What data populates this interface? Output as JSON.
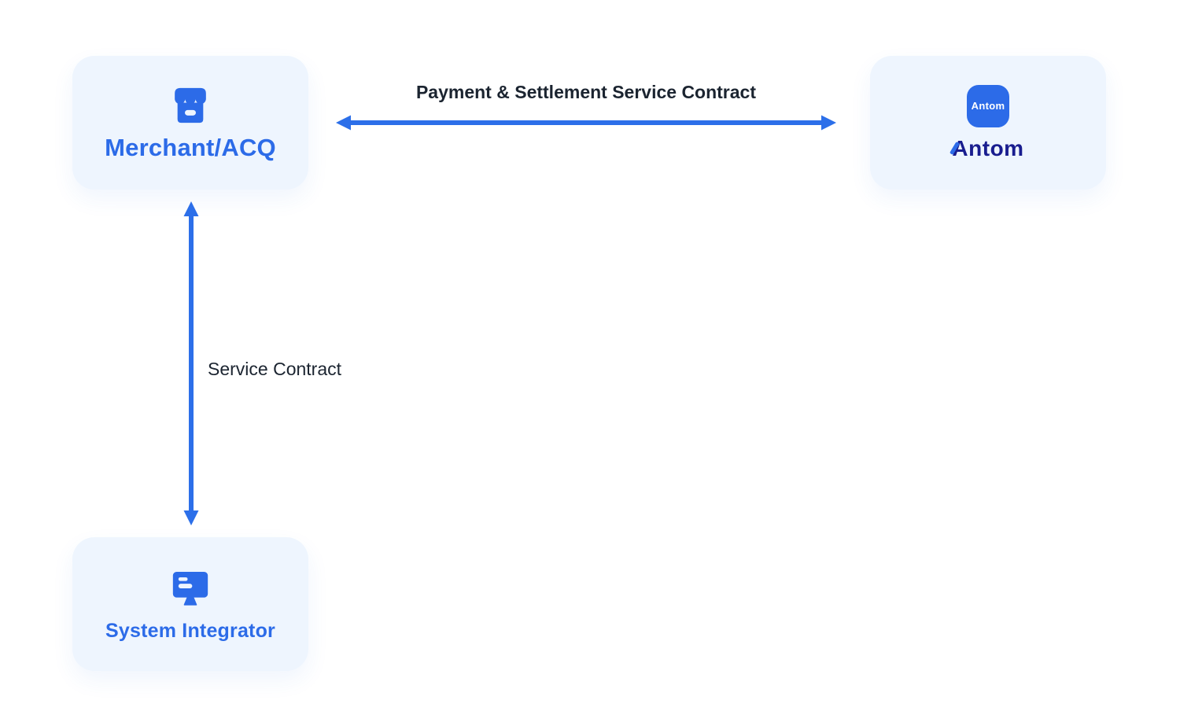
{
  "diagram": {
    "title": "Antom partner contract relationship diagram",
    "colors": {
      "accent_blue": "#2C6BE8",
      "arrow_blue": "#2C6FE9",
      "node_background": "#EEF5FE",
      "antom_navy": "#191D8F",
      "edge_label_dark": "#1B2430",
      "page_background": "#FFFFFF"
    },
    "nodes": {
      "merchant": {
        "label": "Merchant/ACQ",
        "icon": "storefront-icon"
      },
      "antom": {
        "tile_label": "Antom",
        "label": "Antom",
        "icon": "antom-app-icon"
      },
      "system_integrator": {
        "label": "System Integrator",
        "icon": "monitor-icon"
      }
    },
    "edges": {
      "merchant_antom": {
        "label": "Payment & Settlement Service Contract",
        "type": "double-headed-horizontal-arrow",
        "from": "merchant",
        "to": "antom"
      },
      "merchant_system_integrator": {
        "label": "Service Contract",
        "type": "double-headed-vertical-arrow",
        "from": "merchant",
        "to": "system_integrator"
      }
    }
  }
}
